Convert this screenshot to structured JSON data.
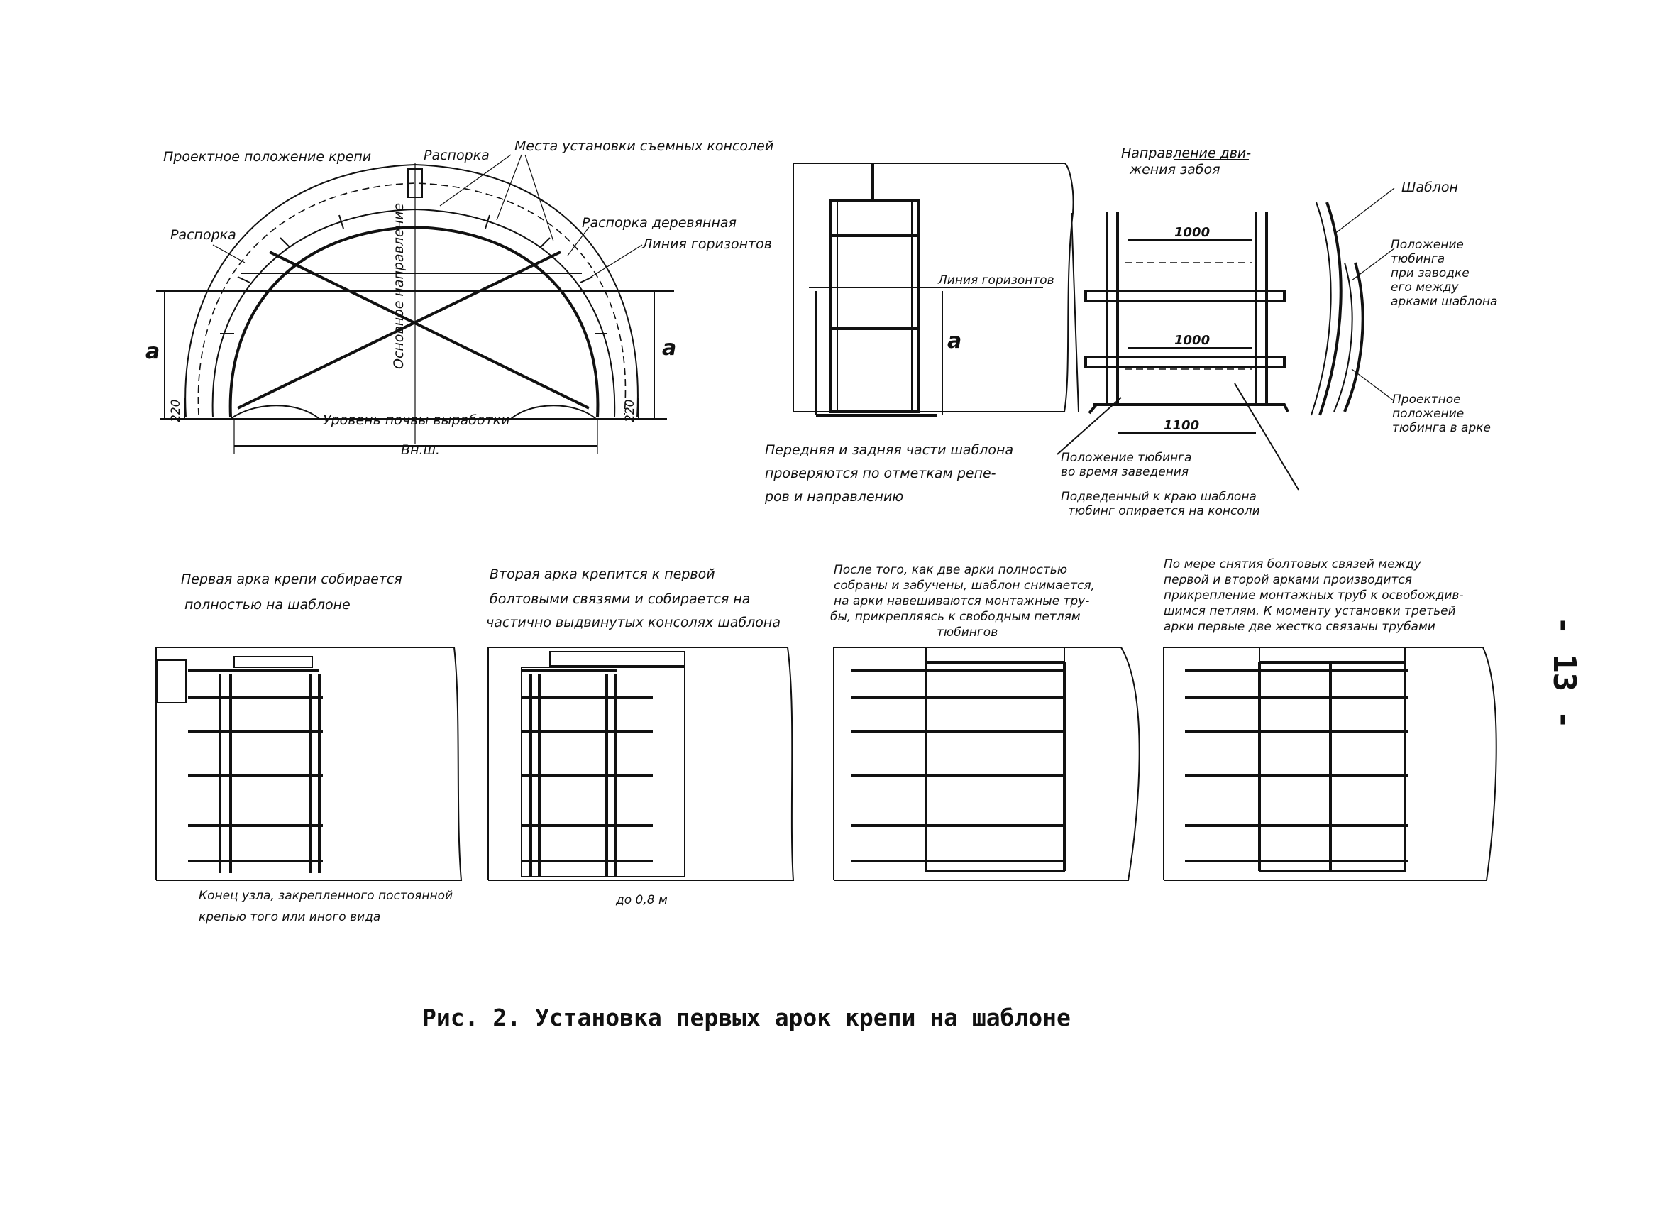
{
  "panel1": {
    "design_position": "Проектное положение крепи",
    "strut_top": "Распорка",
    "console_places": "Места установки съемных консолей",
    "strut_left": "Распорка",
    "strut_wooden": "Распорка деревянная",
    "horizon_line": "Линия горизонтов",
    "main_direction": "Основное направление",
    "dim_a": "а",
    "dim_220": "220",
    "floor_level": "Уровень почвы выработки",
    "inner_width": "Вн.ш."
  },
  "panel2": {
    "horizon_line": "Линия горизонтов",
    "dim_a": "а",
    "note": [
      "Передняя и задняя части шаблона",
      "проверяются по отметкам репе-",
      "ров и направлению"
    ]
  },
  "panel3": {
    "face_direction": [
      "Направление дви-",
      "жения забоя"
    ],
    "dim_top": "1000",
    "dim_mid": "1000",
    "dim_bottom": "1100",
    "tubing_position": [
      "Положение тюбинга",
      "во время заведения"
    ],
    "tubing_on_console": [
      "Подведенный к краю шаблона",
      "тюбинг опирается на консоли"
    ]
  },
  "panel4": {
    "template": "Шаблон",
    "tubing_insertion": [
      "Положение",
      "тюбинга",
      "при заводке",
      "его между",
      "арками шаблона"
    ],
    "tubing_design": [
      "Проектное",
      "положение",
      "тюбинга в арке"
    ]
  },
  "steps": [
    {
      "text": [
        "Первая арка крепи собирается",
        "полностью на шаблоне"
      ]
    },
    {
      "text": [
        "Вторая арка крепится к первой",
        "болтовыми связями и собирается на",
        "частично выдвинутых консолях шаблона"
      ]
    },
    {
      "text": [
        "После того, как две арки полностью",
        "собраны и забучены, шаблон снимается,",
        "на арки навешиваются монтажные тру-",
        "бы, прикрепляясь к свободным петлям",
        "тюбингов"
      ]
    },
    {
      "text": [
        "По мере снятия болтовых связей между",
        "первой и второй арками производится",
        "прикрепление монтажных труб к освобождив-",
        "шимся петлям. К моменту установки третьей",
        "арки первые две жестко связаны трубами"
      ]
    }
  ],
  "step1_note": [
    "Конец узла, закрепленного постоянной",
    "крепью того или иного вида"
  ],
  "step2_dim": "до 0,8 м",
  "caption": "Рис. 2. Установка первых арок крепи на шаблоне",
  "page_number": "- 13 -"
}
